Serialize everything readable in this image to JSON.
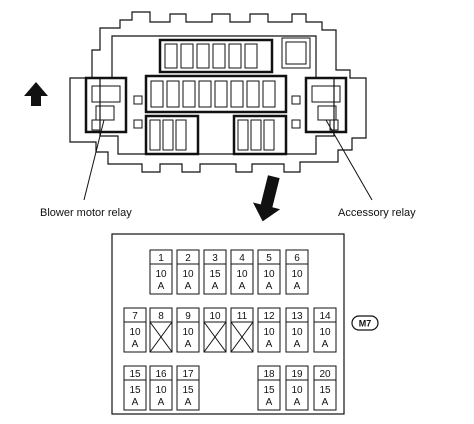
{
  "labels": {
    "blower_motor_relay": "Blower motor relay",
    "accessory_relay": "Accessory relay",
    "connector": "M7"
  },
  "fuses": [
    {
      "no": "1",
      "amps": "10",
      "unit": "A"
    },
    {
      "no": "2",
      "amps": "10",
      "unit": "A"
    },
    {
      "no": "3",
      "amps": "15",
      "unit": "A"
    },
    {
      "no": "4",
      "amps": "10",
      "unit": "A"
    },
    {
      "no": "5",
      "amps": "10",
      "unit": "A"
    },
    {
      "no": "6",
      "amps": "10",
      "unit": "A"
    },
    {
      "no": "7",
      "amps": "10",
      "unit": "A"
    },
    {
      "no": "8",
      "amps": "",
      "unit": "",
      "empty": true
    },
    {
      "no": "9",
      "amps": "10",
      "unit": "A"
    },
    {
      "no": "10",
      "amps": "",
      "unit": "",
      "empty": true
    },
    {
      "no": "11",
      "amps": "",
      "unit": "",
      "empty": true
    },
    {
      "no": "12",
      "amps": "10",
      "unit": "A"
    },
    {
      "no": "13",
      "amps": "10",
      "unit": "A"
    },
    {
      "no": "14",
      "amps": "10",
      "unit": "A"
    },
    {
      "no": "15",
      "amps": "15",
      "unit": "A"
    },
    {
      "no": "16",
      "amps": "10",
      "unit": "A"
    },
    {
      "no": "17",
      "amps": "15",
      "unit": "A"
    },
    {
      "no": "18",
      "amps": "15",
      "unit": "A"
    },
    {
      "no": "19",
      "amps": "10",
      "unit": "A"
    },
    {
      "no": "20",
      "amps": "15",
      "unit": "A"
    }
  ]
}
